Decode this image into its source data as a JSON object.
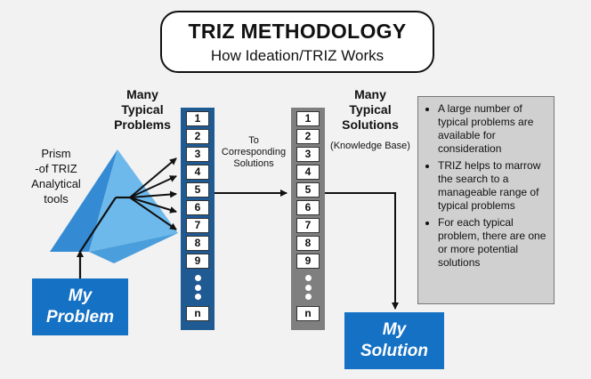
{
  "title": {
    "main": "TRIZ METHODOLOGY",
    "sub": "How Ideation/TRIZ Works"
  },
  "problems_heading": [
    "Many",
    "Typical",
    "Problems"
  ],
  "solutions_heading": [
    "Many",
    "Typical",
    "Solutions"
  ],
  "knowledge_base": "(Knowledge Base)",
  "connector_label": [
    "To",
    "Corresponding",
    "Solutions"
  ],
  "prism_label": [
    "Prism",
    "-of TRIZ",
    "Analytical",
    "tools"
  ],
  "problem_items": [
    "1",
    "2",
    "3",
    "4",
    "5",
    "6",
    "7",
    "8",
    "9",
    "n"
  ],
  "solution_items": [
    "1",
    "2",
    "3",
    "4",
    "5",
    "6",
    "7",
    "8",
    "9",
    "n"
  ],
  "my_problem": [
    "My",
    "Problem"
  ],
  "my_solution": [
    "My",
    "Solution"
  ],
  "bullets": [
    "A large number of typical problems are available for consideration",
    "TRIZ helps to marrow the search to a manageable range of typical problems",
    "For each typical problem, there are one or more potential solutions"
  ],
  "colors": {
    "problem_column": "#1f5a93",
    "solution_column": "#7f7f7f",
    "box_blue": "#1571c4",
    "prism_light": "#5fb3ea",
    "prism_dark": "#1f7fd0"
  }
}
